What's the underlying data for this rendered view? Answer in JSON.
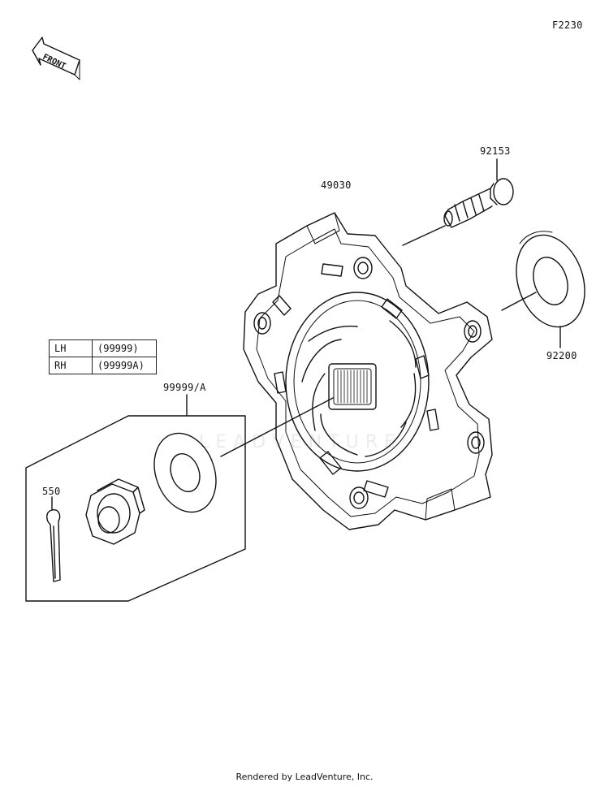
{
  "diagram_code": "F2230",
  "front_label": "FRONT",
  "parts": {
    "hub": "49030",
    "bolt": "92153",
    "washer_right": "92200",
    "washer_left": "99999/A",
    "cotter_pin": "550"
  },
  "side_table": [
    {
      "key": "LH",
      "value": "(99999)"
    },
    {
      "key": "RH",
      "value": "(99999A)"
    }
  ],
  "watermark": "LEADVENTURE",
  "footer": "Rendered by LeadVenture, Inc."
}
